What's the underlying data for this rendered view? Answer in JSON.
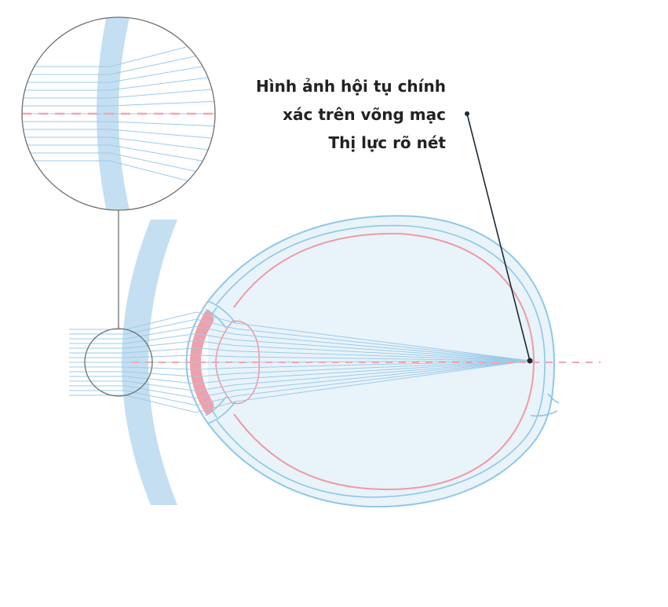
{
  "annotation": {
    "lines": [
      "Hình ảnh hội tụ chính",
      "xác trên võng mạc",
      "Thị lực rõ nét"
    ]
  },
  "colors": {
    "lens_blue": "#c4dff2",
    "eye_fill": "#e8f3fa",
    "outline_blue": "#8fc7e6",
    "ray_blue": "#9ccbea",
    "axis_pink": "#f2a6b0",
    "retina_pink": "#ef9aa5",
    "cornea_pink": "#f0a0aa",
    "magnifier_gray": "#6f6f6f",
    "leader_dark": "#1e2a33"
  },
  "icons": [
    "magnifier-circle",
    "focal-point-dot",
    "leader-line"
  ]
}
